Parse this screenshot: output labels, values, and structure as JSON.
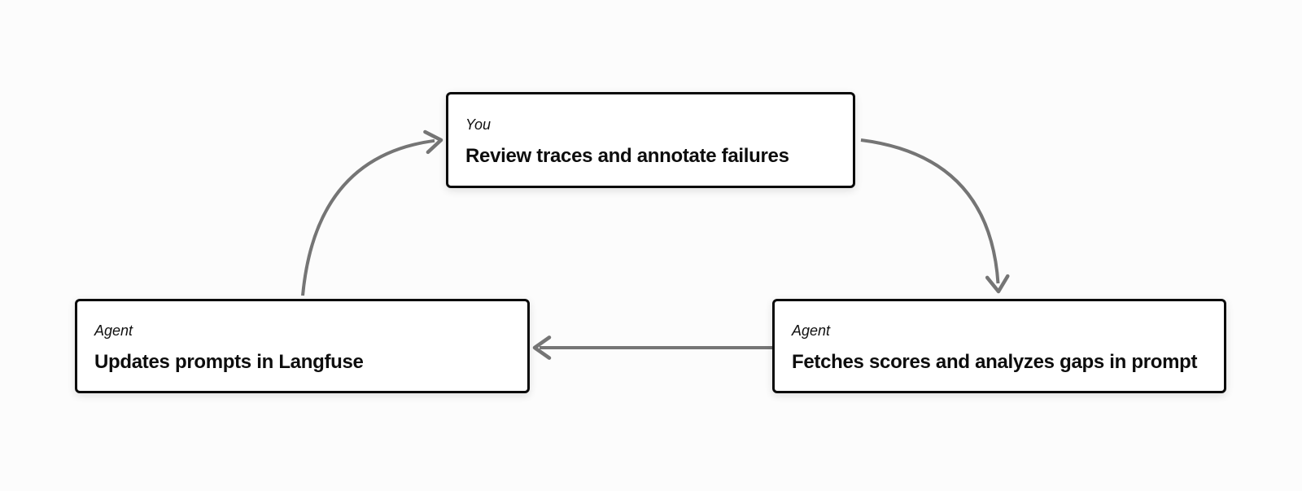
{
  "diagram": {
    "type": "cycle-flowchart",
    "background_color": "#fcfcfc",
    "node_border_color": "#0a0a0a",
    "node_fill_color": "#ffffff",
    "arrow_color": "#757575",
    "nodes": {
      "top": {
        "label": "You",
        "title": "Review traces and annotate failures"
      },
      "bottom_left": {
        "label": "Agent",
        "title": "Updates prompts in Langfuse"
      },
      "bottom_right": {
        "label": "Agent",
        "title": "Fetches scores and analyzes gaps in prompt"
      }
    },
    "edges": [
      {
        "from": "bottom_left",
        "to": "top",
        "style": "curved",
        "description": "curves up-right from top of bottom-left box into left side of top box"
      },
      {
        "from": "top",
        "to": "bottom_right",
        "style": "curved",
        "description": "curves down-right from right side of top box into top of bottom-right box"
      },
      {
        "from": "bottom_right",
        "to": "bottom_left",
        "style": "straight",
        "description": "horizontal arrow pointing left between the two bottom boxes"
      }
    ]
  }
}
